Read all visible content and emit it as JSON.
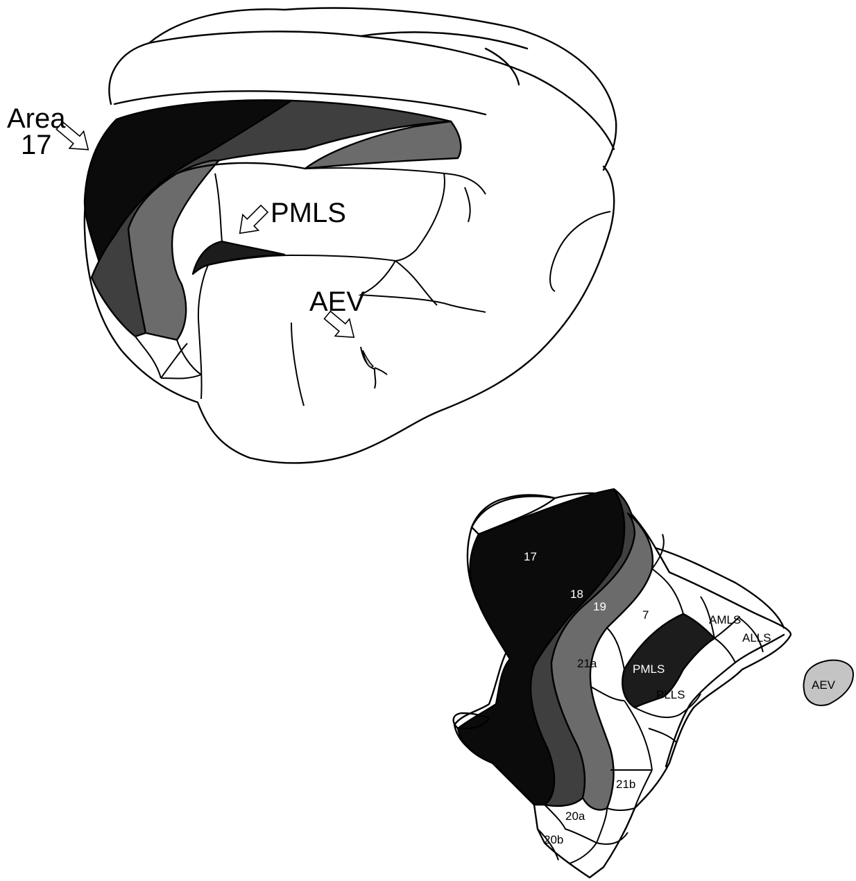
{
  "lateral_view": {
    "labels": {
      "area_line1": "Area",
      "area_line2": "17",
      "pmls": "PMLS",
      "aev": "AEV"
    }
  },
  "flatmap": {
    "labels": {
      "a17": "17",
      "a18": "18",
      "a19": "19",
      "a7": "7",
      "amls": "AMLS",
      "alls": "ALLS",
      "a21a": "21a",
      "pmls": "PMLS",
      "plls": "PLLS",
      "a21b": "21b",
      "a20a": "20a",
      "a20b": "20b",
      "aev": "AEV"
    }
  },
  "colors": {
    "area17": "#0b0b0b",
    "area18": "#3f3f3f",
    "area19": "#6b6b6b",
    "pmls": "#1c1c1c",
    "aev": "#c4c4c4"
  }
}
